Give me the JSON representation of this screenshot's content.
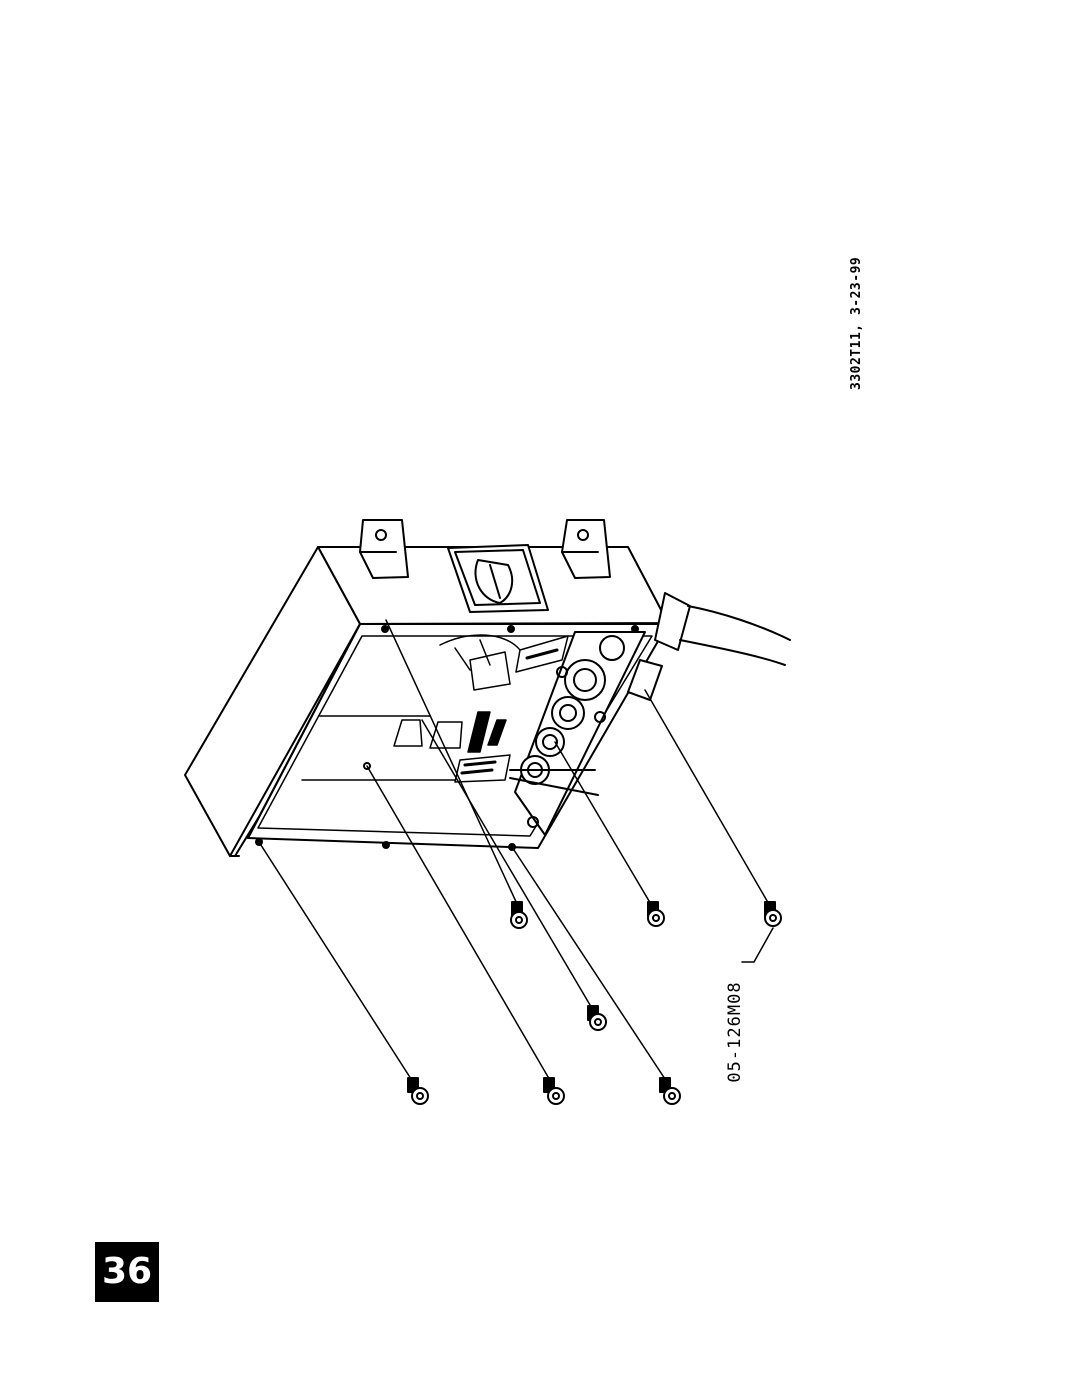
{
  "drawing": {
    "reference_code": "3302T11, 3-23-99",
    "part_callout": "05-126M08",
    "page_number": "36",
    "screw_count": 7
  }
}
